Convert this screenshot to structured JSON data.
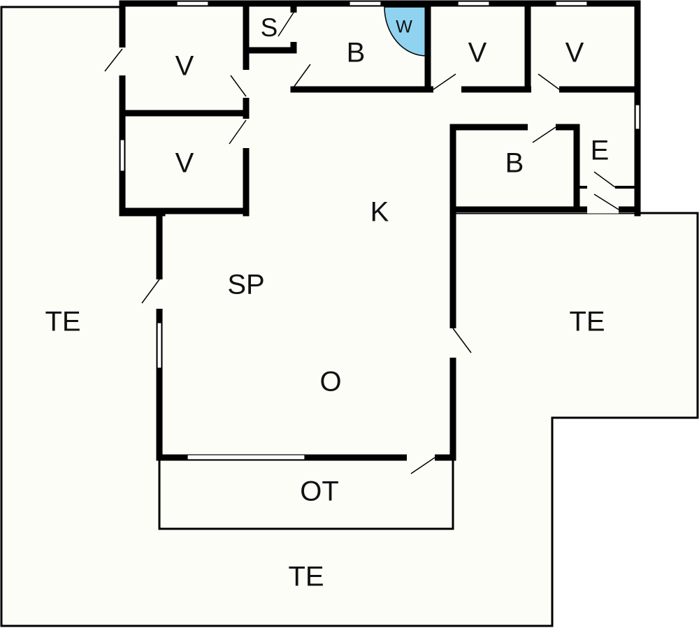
{
  "plan": {
    "labels": {
      "v1": "V",
      "v2": "V",
      "v3": "V",
      "v4": "V",
      "s": "S",
      "b1": "B",
      "w": "W",
      "b2": "B",
      "e": "E",
      "k": "K",
      "sp": "SP",
      "o": "O",
      "ot": "OT",
      "te_left": "TE",
      "te_right": "TE",
      "te_bottom": "TE"
    },
    "colors": {
      "floor": "#fdfdf8",
      "wall": "#000000",
      "washer": "#8fd3f0"
    }
  }
}
